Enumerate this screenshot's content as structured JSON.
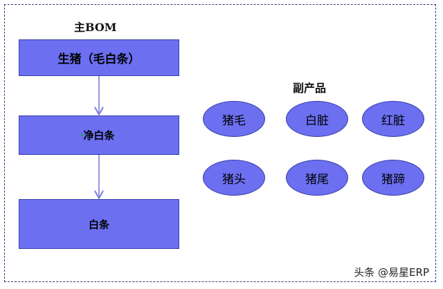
{
  "main_bom": {
    "title": "主BOM",
    "steps": [
      "生猪（毛白条）",
      "净白条",
      "白条"
    ]
  },
  "byproducts": {
    "title": "副产品",
    "items": [
      "猪毛",
      "白脏",
      "红脏",
      "猪头",
      "猪尾",
      "猪蹄"
    ]
  },
  "watermark": "头条 @易星ERP",
  "colors": {
    "node_fill": "#6b6ff0",
    "node_border": "#3a3fa8",
    "arrow": "#7d7fe0",
    "frame_border": "#33337a"
  }
}
